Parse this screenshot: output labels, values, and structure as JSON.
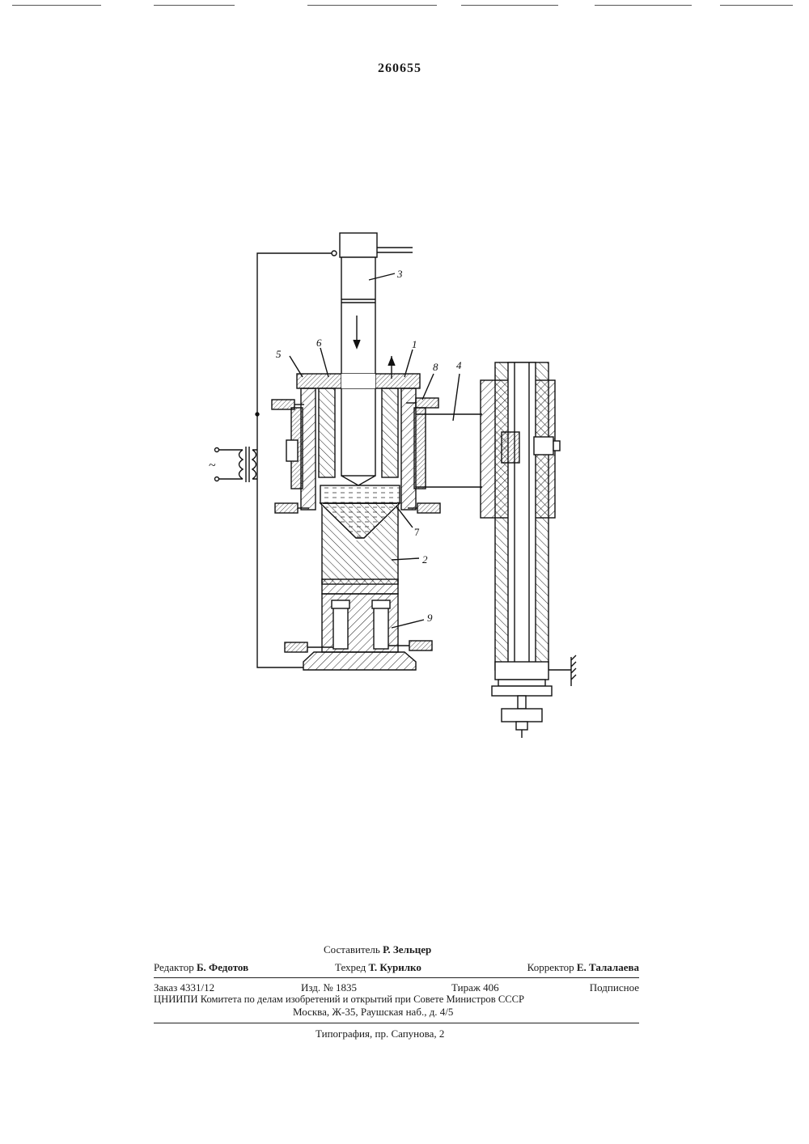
{
  "document": {
    "patent_number": "260655",
    "figure_callouts": [
      "3",
      "1",
      "6",
      "5",
      "8",
      "4",
      "7",
      "2",
      "9"
    ],
    "supply_symbol": "~"
  },
  "colophon": {
    "compiler": {
      "label": "Составитель",
      "name": "Р. Зельцер"
    },
    "editor": {
      "label": "Редактор",
      "name": "Б. Федотов"
    },
    "tech_editor": {
      "label": "Техред",
      "name": "Т. Курилко"
    },
    "corrector": {
      "label": "Корректор",
      "name": "Е. Талалаева"
    },
    "order": "Заказ 4331/12",
    "edition": "Изд. № 1835",
    "circulation": "Тираж 406",
    "subscription": "Подписное",
    "org_line": "ЦНИИПИ Комитета по делам изобретений и открытий при Совете Министров СССР",
    "address": "Москва, Ж-35, Раушская наб., д. 4/5",
    "printer": "Типография, пр. Сапунова, 2"
  }
}
